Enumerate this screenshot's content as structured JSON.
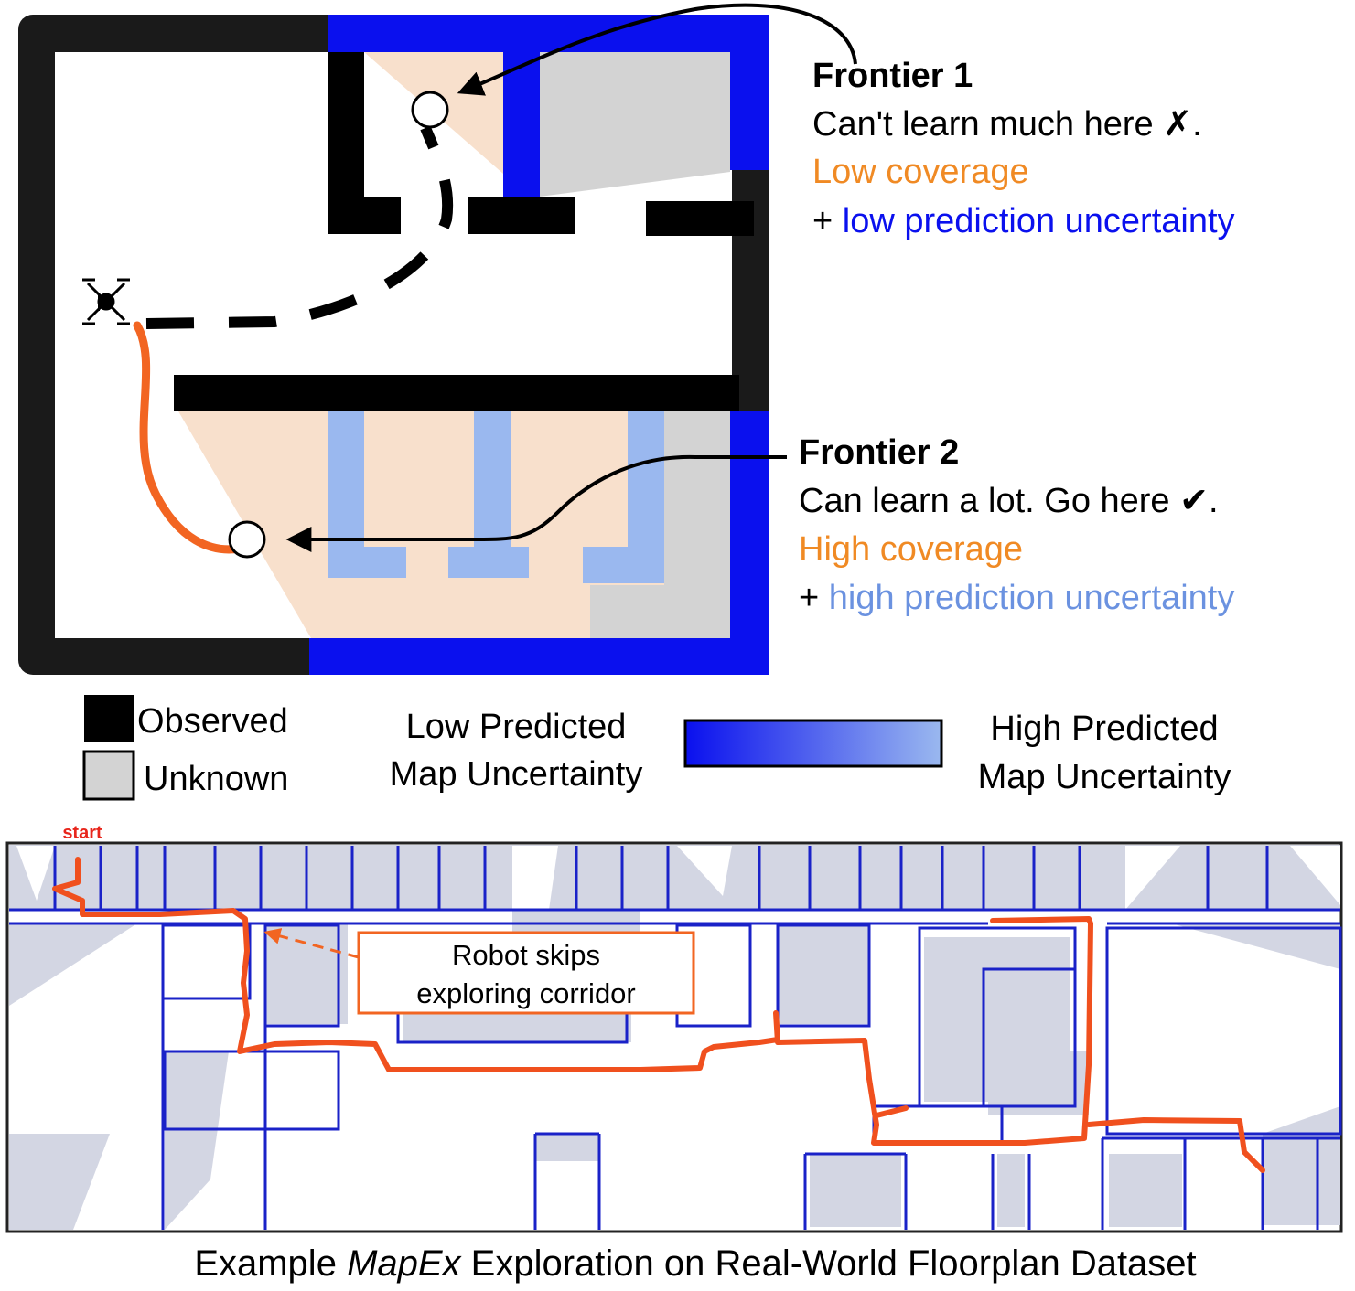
{
  "frontier1": {
    "title": "Frontier 1",
    "line1": "Can't learn much here ✗.",
    "line2": "Low coverage",
    "line3_prefix": "+ ",
    "line3": "low prediction uncertainty"
  },
  "frontier2": {
    "title": "Frontier 2",
    "line1": "Can learn a lot. Go here ✔.",
    "line2": "High coverage",
    "line3_prefix": "+ ",
    "line3": "high prediction uncertainty"
  },
  "legend": {
    "observed": "Observed",
    "unknown": "Unknown",
    "low_l1": "Low Predicted",
    "low_l2": "Map Uncertainty",
    "high_l1": "High Predicted",
    "high_l2": "Map Uncertainty"
  },
  "floorplan": {
    "start": "start",
    "callout_l1": "Robot skips",
    "callout_l2": "exploring corridor"
  },
  "caption": {
    "pre": "Example ",
    "emph": "MapEx",
    "post": " Exploration on Real-World Floorplan Dataset"
  },
  "colors": {
    "observed": "#000000",
    "unknown": "#d3d3d3",
    "low_uncertainty": "#0a10ee",
    "high_uncertainty": "#9ab8ef",
    "coverage": "#f8e0cc",
    "coverage_text": "#f08a24",
    "path": "#f26522"
  }
}
